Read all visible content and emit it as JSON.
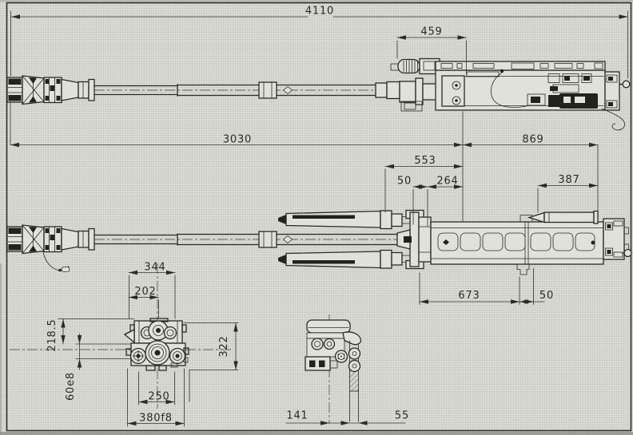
{
  "drawing": {
    "paper_color": "#dadbd3",
    "line_color": "#2b2b24",
    "views": {
      "side_elevation": {
        "dimensions": {
          "overall_length": "4110",
          "receiver_group": "459",
          "barrel_to_breech_face": "3030",
          "receiver_length": "869"
        }
      },
      "top_plan": {
        "dimensions": {
          "recoil_group": "553",
          "front_offset": "50",
          "cradle_spacing": "264",
          "feed_opening": "387",
          "receiver_body": "673",
          "rear_lug": "50"
        }
      },
      "front_section": {
        "dimensions": {
          "outer_width": "344",
          "inner_width": "202",
          "upper_height": "218.5",
          "overall_height": "322",
          "rail_fit": "60e8",
          "base_inner_width": "250",
          "base_fit_width": "380f8"
        }
      },
      "mount_section": {
        "dimensions": {
          "axis_to_wall": "141",
          "wall_thickness": "55"
        }
      }
    }
  }
}
